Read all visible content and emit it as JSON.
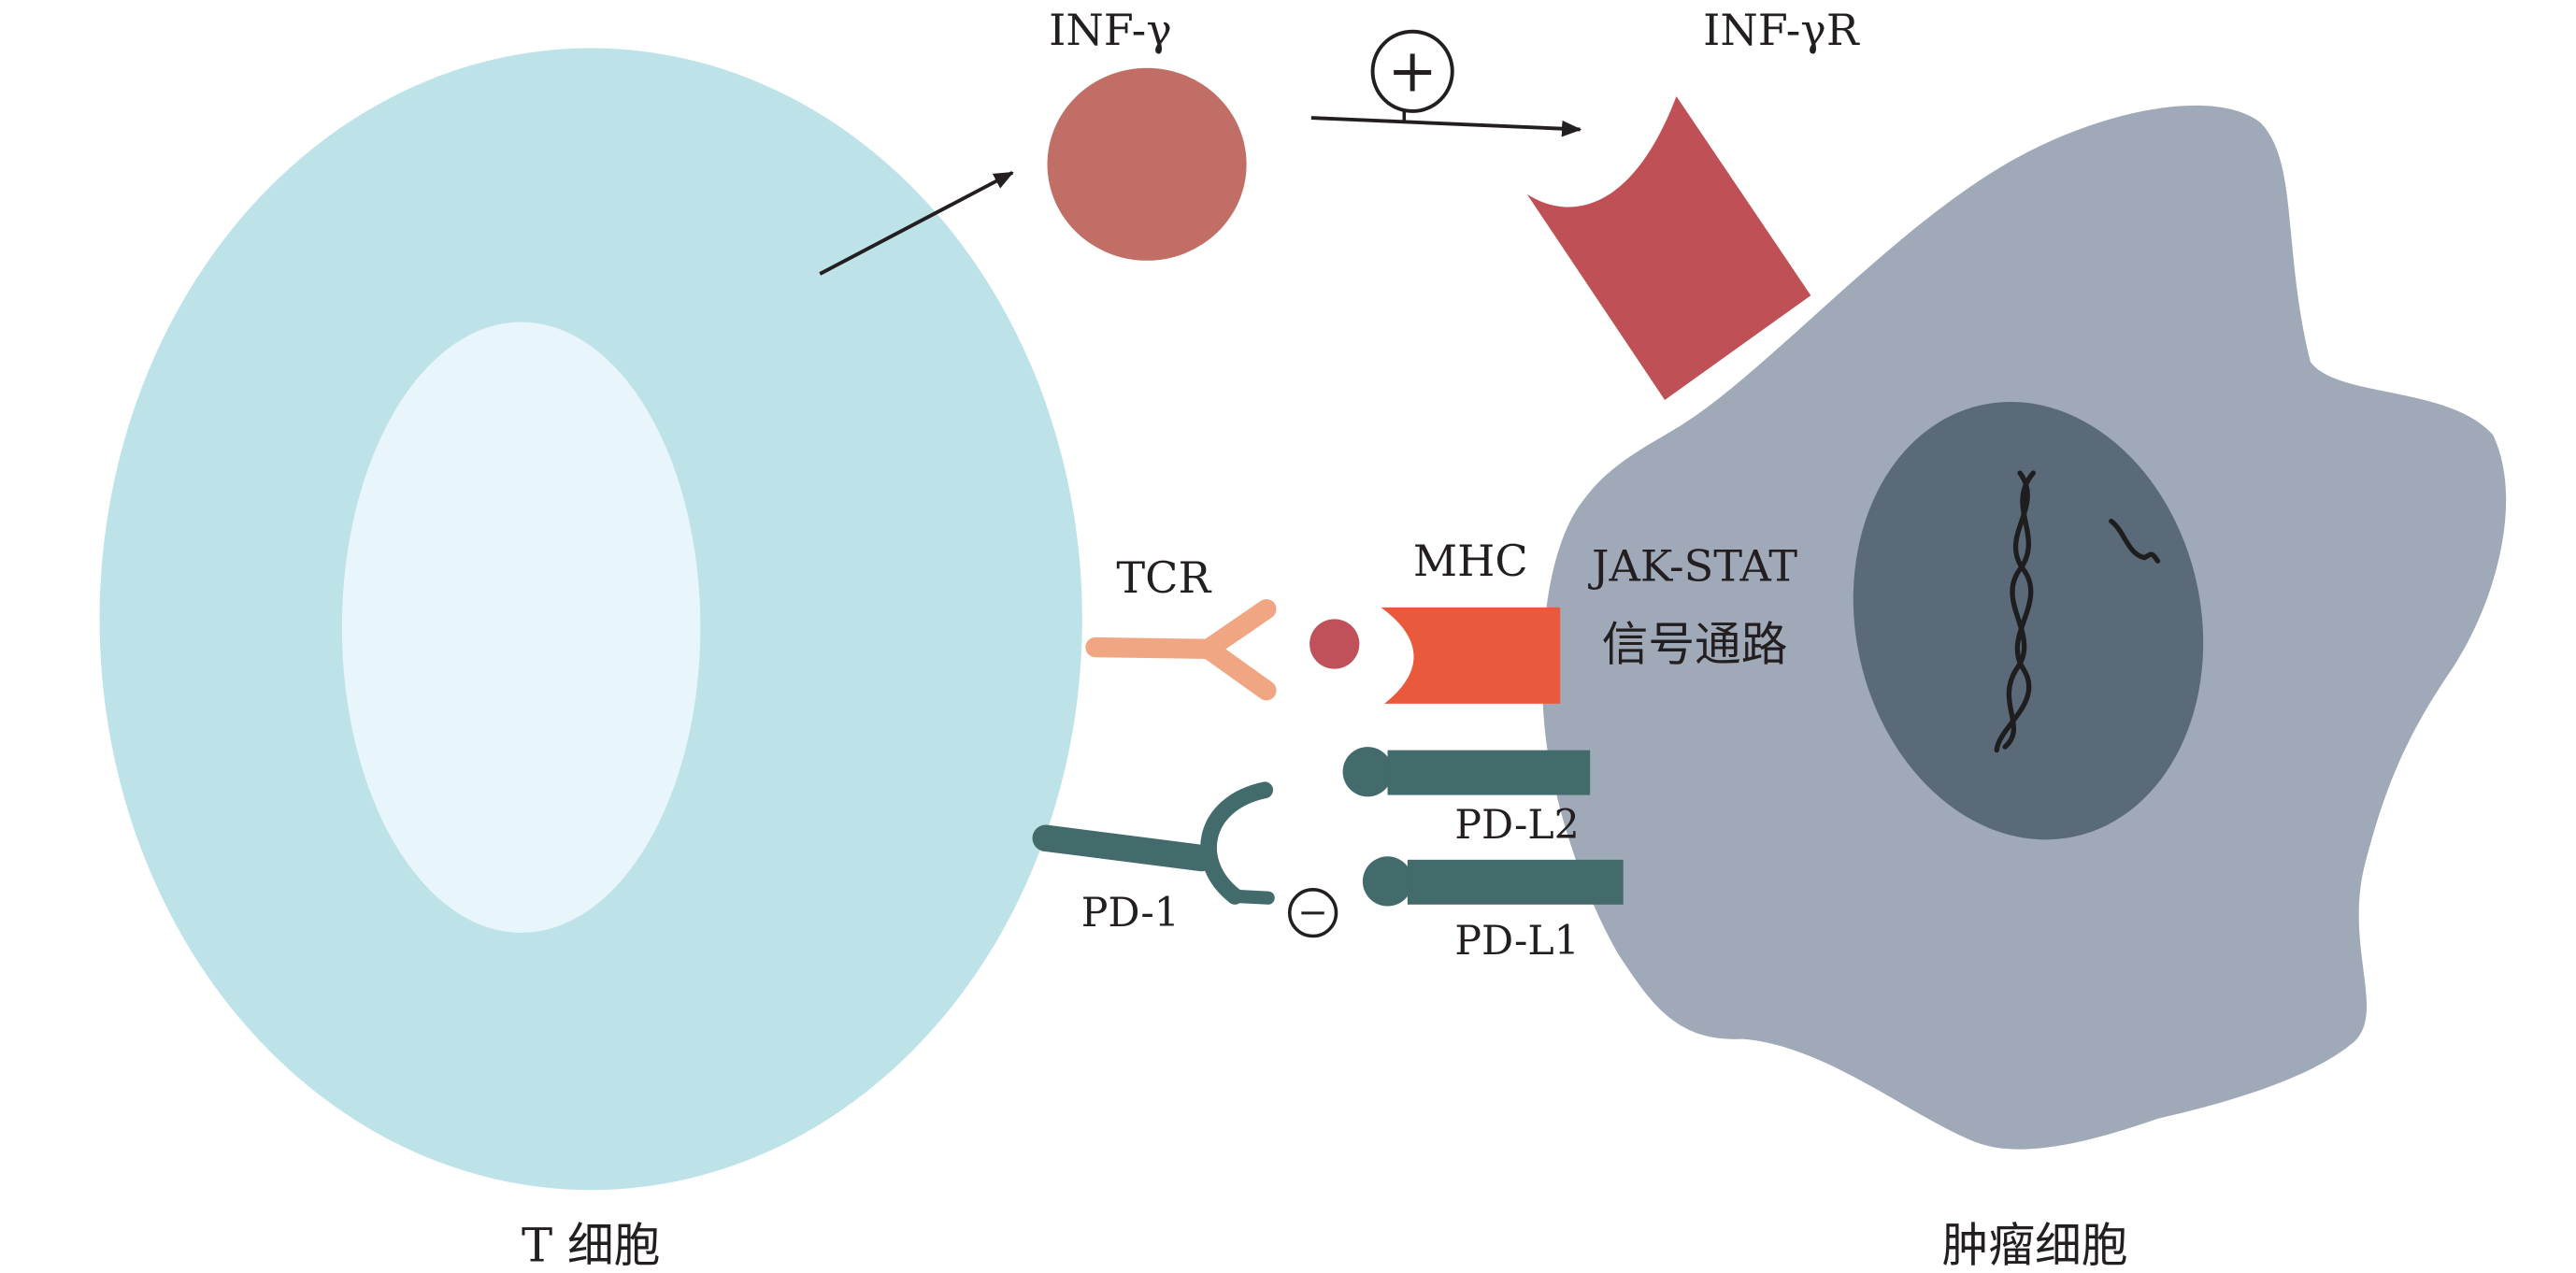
{
  "labels": {
    "inf_gamma": "INF-γ",
    "inf_gamma_r": "INF-γR",
    "tcr": "TCR",
    "mhc": "MHC",
    "jak_stat_line1": "JAK-STAT",
    "jak_stat_line2": "信号通路",
    "pd1": "PD-1",
    "pdl2": "PD-L2",
    "pdl1": "PD-L1",
    "t_cell": "T 细胞",
    "tumor_cell": "肿瘤细胞",
    "plus_symbol": "+",
    "minus_symbol": "−"
  },
  "colors": {
    "t_cell_body": "#bde2e7",
    "t_cell_nucleus": "#e8f5fb",
    "tumor_cell_body": "#9fa9b7",
    "tumor_nucleus": "#5b6a79",
    "inf_gamma": "#c06e66",
    "inf_gamma_r": "#bf5156",
    "tcr": "#f0a583",
    "antigen": "#c0505a",
    "mhc": "#e95a3d",
    "pd_molecules": "#436b6b",
    "arrows": "#231f20",
    "dna": "#1e1e1e"
  }
}
